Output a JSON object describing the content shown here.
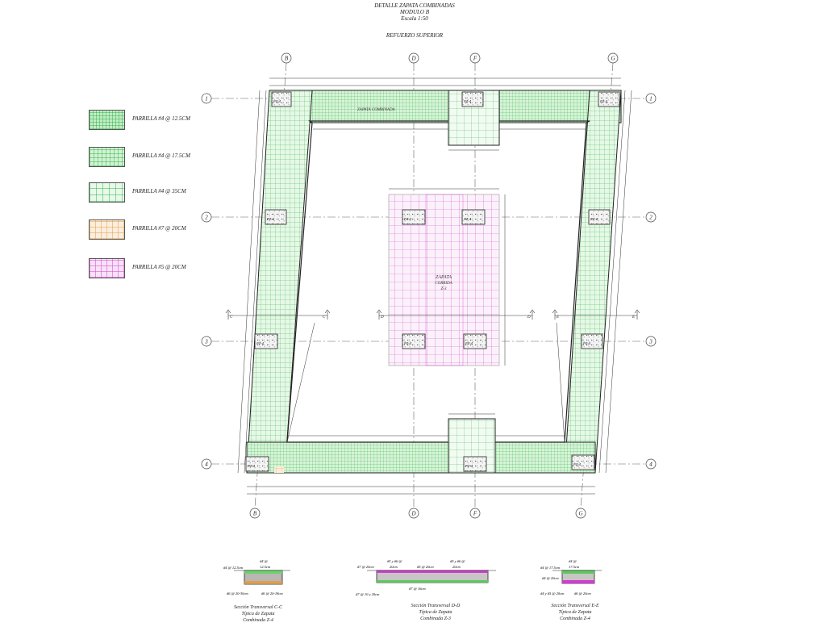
{
  "header": {
    "title": "DETALLE ZAPATA COMBINADAS",
    "module": "MODULO B",
    "scale": "Escala 1:50",
    "subtitle": "REFUERZO SUPERIOR"
  },
  "legend": [
    {
      "label": "PARRILLA #4 @ 12.5CM",
      "color": "#2db34a",
      "fill": "#c4ecc6"
    },
    {
      "label": "PARRILLA #4 @ 17.5CM",
      "color": "#2db34a",
      "fill": "#d3f2d4"
    },
    {
      "label": "PARRILLA #4 @ 35CM",
      "color": "#2db34a",
      "fill": "#e9f8ea"
    },
    {
      "label": "PARRILLA #7 @ 20CM",
      "color": "#e39a3c",
      "fill": "#fbeede"
    },
    {
      "label": "PARRILLA #5 @ 20CM",
      "color": "#d23dd0",
      "fill": "#f8e2f7"
    }
  ],
  "axes": {
    "columns": [
      "B",
      "D",
      "F",
      "G"
    ],
    "rows": [
      "1",
      "2",
      "3",
      "4"
    ]
  },
  "zones": {
    "combined_label": "ZAPATA COMBINADA",
    "central_label": [
      "ZAPATA",
      "CORRIDA",
      "Z-3"
    ]
  },
  "cut_markers": [
    "C",
    "C",
    "D",
    "D",
    "E",
    "E"
  ],
  "footings": {
    "tag_prefix": "PZ-4"
  },
  "sections": [
    {
      "title": "Sección Transversal C-C",
      "line2": "Típica de Zapata",
      "line3": "Combinada Z-4",
      "labels": [
        "#4 @ 12.5cm",
        "#4 @",
        "12.5cm",
        "#6 @ 20-30cm",
        "#6 @ 20-18cm"
      ]
    },
    {
      "title": "Sección Transversal D-D",
      "line2": "Típica de Zapata",
      "line3": "Combinada Z-3",
      "labels": [
        "#7 @ 20cm",
        "#5 y #6 @",
        "20cm",
        "#5 @ 20cm",
        "#5 y #6 @",
        "20cm",
        "#7 @ 16cm",
        "#7 @ 10 y 20cm"
      ]
    },
    {
      "title": "Sección Transversal E-E",
      "line2": "Típica de Zapata",
      "line3": "Combinada Z-4",
      "labels": [
        "#4 @ 17.5cm",
        "#4 @",
        "17.5cm",
        "#4 @ 20cm",
        "#4 y #5 @ 20cm",
        "#6 @ 20cm"
      ]
    }
  ],
  "colors": {
    "green_grid": "#2db34a",
    "magenta_grid": "#d23dd0",
    "orange_grid": "#e39a3c",
    "line": "#222222"
  }
}
